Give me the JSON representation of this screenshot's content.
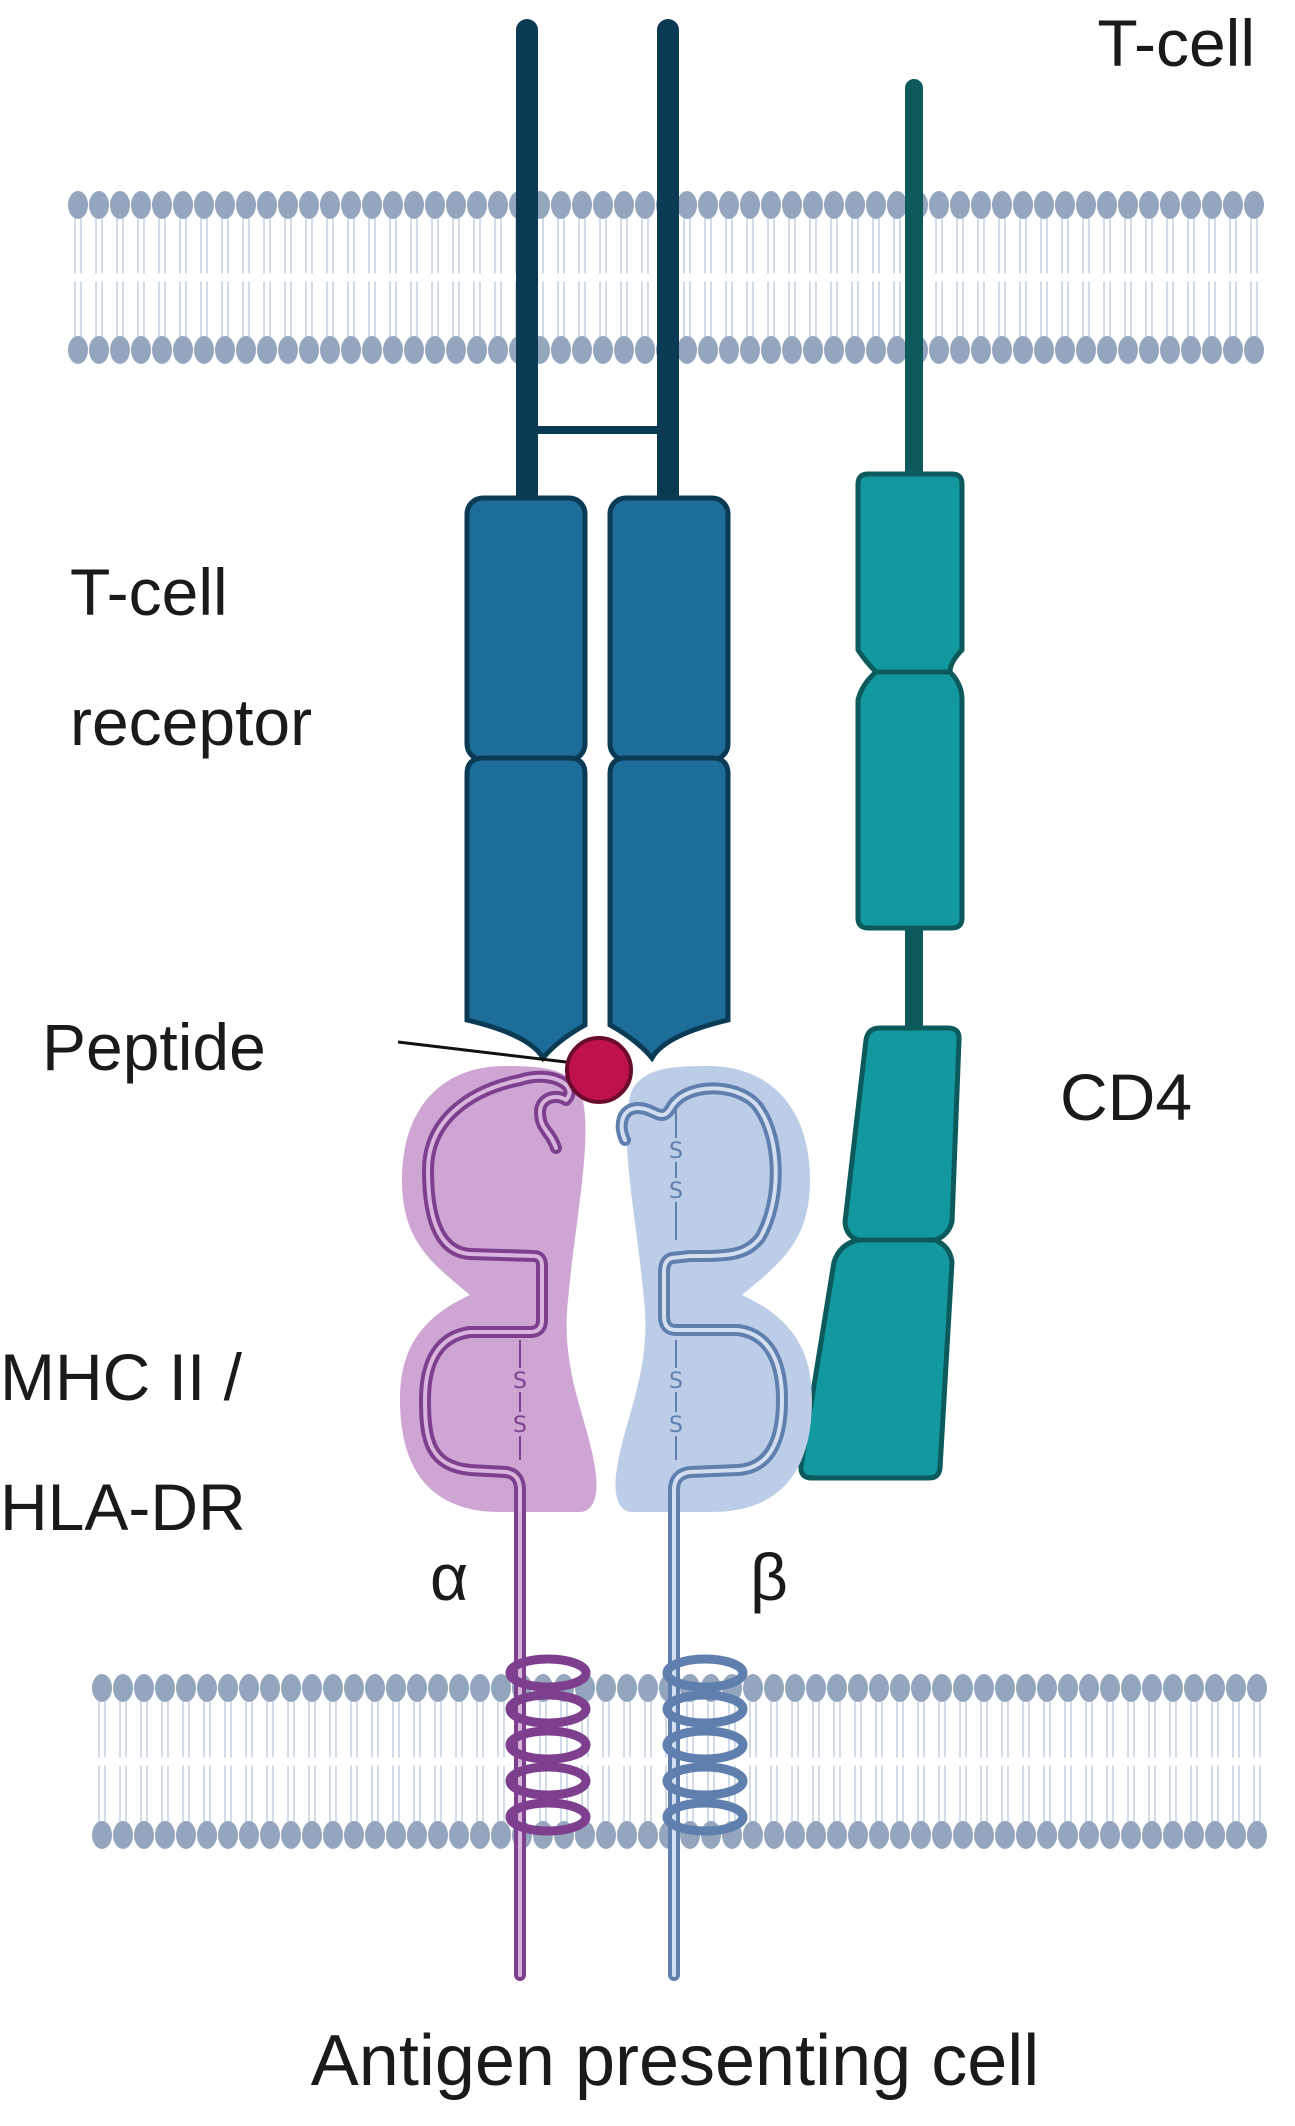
{
  "labels": {
    "t_cell": "T-cell",
    "tcr_line1": "T-cell",
    "tcr_line2": "receptor",
    "peptide": "Peptide",
    "cd4": "CD4",
    "mhc_line1": "MHC II /",
    "mhc_line2": "HLA-DR",
    "alpha": "α",
    "beta": "β",
    "apc": "Antigen presenting cell",
    "disulfide": "S"
  },
  "colors": {
    "tcr_stalk": "#0b3a55",
    "tcr_domain": "#1c6d9a",
    "cd4_stalk": "#0c5a5c",
    "cd4_domain": "#11999f",
    "mhc_alpha_fill": "#cfa5d4",
    "mhc_alpha_line": "#7e3f8e",
    "mhc_beta_fill": "#bccde8",
    "mhc_beta_line": "#5f7fae",
    "peptide": "#c0114f",
    "membrane_head": "#93a6bd",
    "membrane_tail": "#c3d1e2",
    "text": "#1a1a1a"
  }
}
